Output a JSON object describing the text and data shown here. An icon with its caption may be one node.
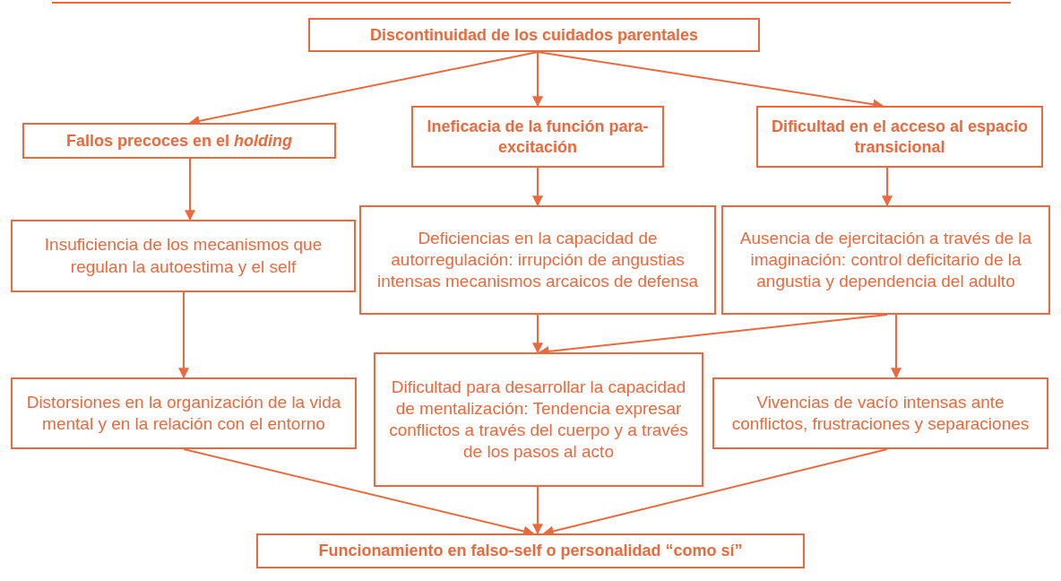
{
  "diagram": {
    "nodes": [
      {
        "text": [
          "Discontinuidad de los cuidados parentales"
        ]
      },
      {
        "text": [
          "Fallos precoces en el *holding*"
        ]
      },
      {
        "text": [
          "Ineficacia de la función para-excitación"
        ]
      },
      {
        "text": [
          "Dificultad en el acceso al espacio transicional"
        ]
      },
      {
        "text": [
          "Insuficiencia de los mecanismos que regulan la autoestima y el self"
        ]
      },
      {
        "text": [
          "Deficiencias en la capacidad de autorregulación: irrupción de angustias intensas mecanismos arcaicos de defensa"
        ]
      },
      {
        "text": [
          "Ausencia de ejercitación a través de la imaginación: control deficitario de la angustia y dependencia del adulto"
        ]
      },
      {
        "text": [
          "Distorsiones en la organización de la vida mental y en la relación con el entorno"
        ]
      },
      {
        "text": [
          "Dificultad para desarrollar la capacidad de mentalización: Tendencia expresar conflictos a través del cuerpo y a través de los pasos al acto"
        ]
      },
      {
        "text": [
          "Vivencias de vacío intensas ante conflictos, frustraciones y separaciones"
        ]
      },
      {
        "text": [
          "Funcionamiento en falso-self o personalidad “como sí”"
        ]
      }
    ],
    "edges": [
      {
        "from": 0,
        "to": 1,
        "arrow": "to"
      },
      {
        "from": 0,
        "to": 2,
        "arrow": "to"
      },
      {
        "from": 0,
        "to": 3,
        "arrow": "to"
      },
      {
        "from": 1,
        "to": 4,
        "arrow": "to"
      },
      {
        "from": 2,
        "to": 5,
        "arrow": "to"
      },
      {
        "from": 3,
        "to": 6,
        "arrow": "to"
      },
      {
        "from": 4,
        "to": 7,
        "arrow": "to"
      },
      {
        "from": 5,
        "to": 8,
        "arrow": "to"
      },
      {
        "from": 6,
        "to": 8,
        "arrow": "to"
      },
      {
        "from": 6,
        "to": 9,
        "arrow": "to"
      },
      {
        "from": 7,
        "to": 10,
        "arrow": "to"
      },
      {
        "from": 8,
        "to": 10,
        "arrow": "to"
      },
      {
        "from": 9,
        "to": 10,
        "arrow": "to"
      }
    ]
  }
}
